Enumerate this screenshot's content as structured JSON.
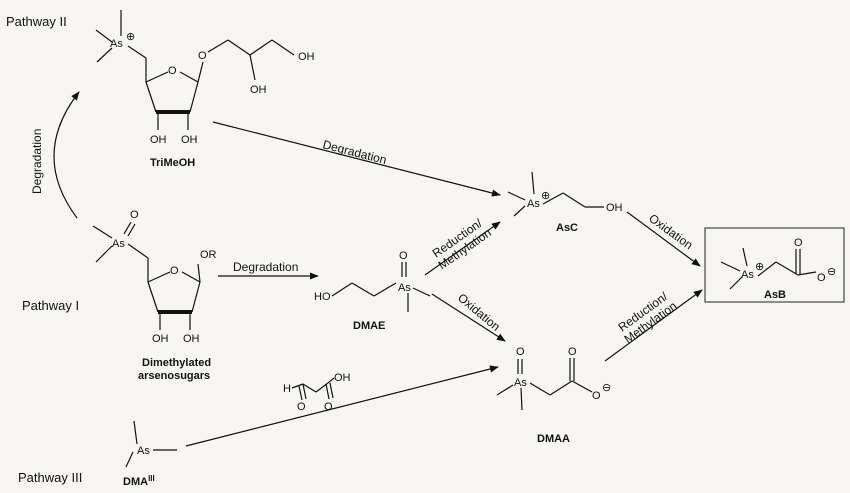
{
  "pathways": {
    "p1": "Pathway I",
    "p2": "Pathway II",
    "p3": "Pathway III"
  },
  "arrows": {
    "degradation": "Degradation",
    "reduction_line1": "Reduction/",
    "reduction_line2": "Methylation",
    "oxidation": "Oxidation"
  },
  "compounds": {
    "trimeoh": "TriMeOH",
    "dimethylated_line1": "Dimethylated",
    "dimethylated_line2": "arsenosugars",
    "dmae": "DMAE",
    "asc": "AsC",
    "asb": "AsB",
    "dmaa": "DMAA",
    "dma": "DMA",
    "dma_sup": "III"
  },
  "atoms": {
    "as": "As",
    "o": "O",
    "oh": "OH",
    "ho": "HO",
    "h": "H",
    "or": "OR",
    "plus": "⊕",
    "minus": "⊖"
  },
  "colors": {
    "background": "#f7f6f3",
    "ink": "#111111"
  }
}
